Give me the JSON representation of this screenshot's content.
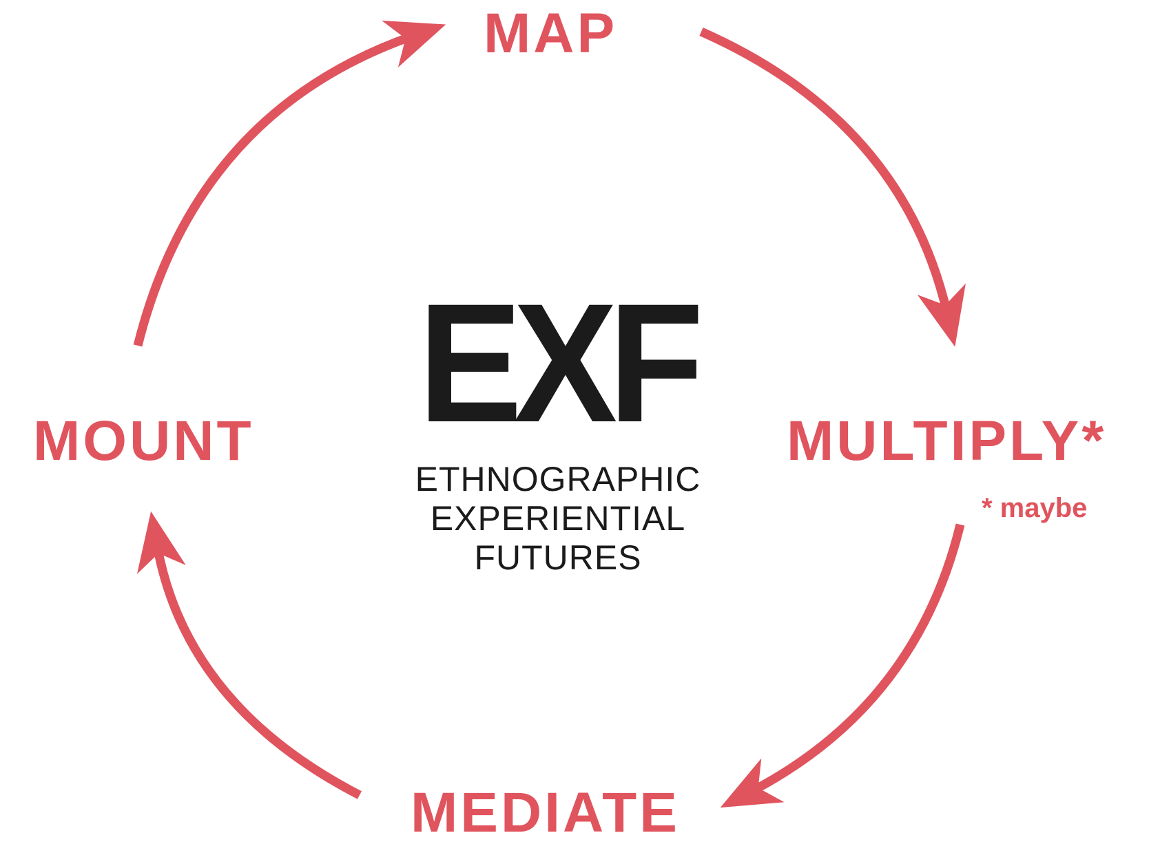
{
  "colors": {
    "accent": "#e0545e",
    "text_dark": "#1b1b1b",
    "background": "#ffffff"
  },
  "diagram": {
    "type": "cycle",
    "direction": "clockwise",
    "stages": [
      {
        "id": "map",
        "label": "MAP"
      },
      {
        "id": "multiply",
        "label": "MULTIPLY*"
      },
      {
        "id": "mediate",
        "label": "MEDIATE"
      },
      {
        "id": "mount",
        "label": "MOUNT"
      }
    ],
    "arrows": [
      {
        "from": "map",
        "to": "multiply"
      },
      {
        "from": "multiply",
        "to": "mediate"
      },
      {
        "from": "mediate",
        "to": "mount"
      },
      {
        "from": "mount",
        "to": "map"
      }
    ],
    "footnote": "* maybe"
  },
  "center": {
    "logo": "EXF",
    "subtitle_lines": [
      "ETHNOGRAPHIC",
      "EXPERIENTIAL",
      "FUTURES"
    ]
  }
}
